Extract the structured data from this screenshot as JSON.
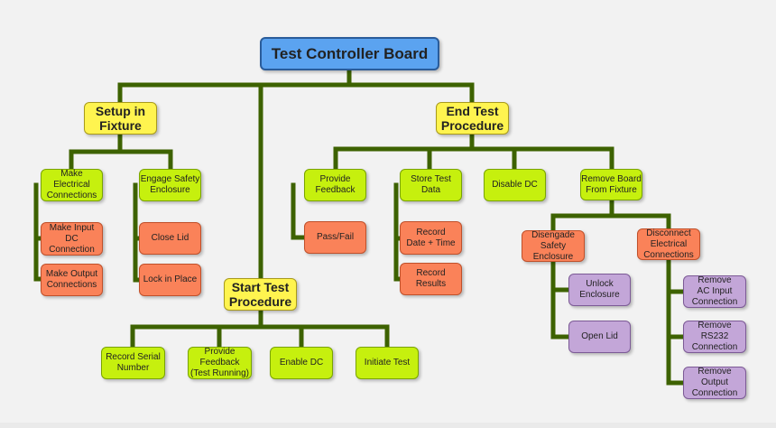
{
  "colors": {
    "wire": "#3d6200",
    "root": "#5ba3f0",
    "phase": "#fff44f",
    "task": "#c6f00e",
    "subtask": "#fa8259",
    "detail": "#c3a6d8"
  },
  "root": "Test Controller Board",
  "setup": {
    "title": "Setup in\nFixture",
    "make_electrical": "Make Electrical\nConnections",
    "make_input": "Make Input\nDC Connection",
    "make_output": "Make Output\nConnections",
    "engage_safety": "Engage Safety\nEnclosure",
    "close_lid": "Close Lid",
    "lock_in_place": "Lock in Place"
  },
  "start": {
    "title": "Start Test\nProcedure",
    "record_serial": "Record Serial\nNumber",
    "provide_feedback": "Provide\nFeedback\n(Test Running)",
    "enable_dc": "Enable DC",
    "initiate_test": "Initiate Test"
  },
  "end": {
    "title": "End Test\nProcedure",
    "provide_feedback": "Provide\nFeedback",
    "pass_fail": "Pass/Fail",
    "store_test_data": "Store Test Data",
    "record_date_time": "Record\nDate + Time",
    "record_results": "Record Results",
    "disable_dc": "Disable DC",
    "remove_board": "Remove Board\nFrom Fixture",
    "disengage_safety": "Disengade\nSafety\nEnclosure",
    "unlock_enclosure": "Unlock\nEnclosure",
    "open_lid": "Open Lid",
    "disconnect_electrical": "Disconnect\nElectrical\nConnections",
    "remove_ac_input": "Remove\nAC Input\nConnection",
    "remove_rs232": "Remove RS232\nConnection",
    "remove_output": "Remove Output\nConnection"
  }
}
